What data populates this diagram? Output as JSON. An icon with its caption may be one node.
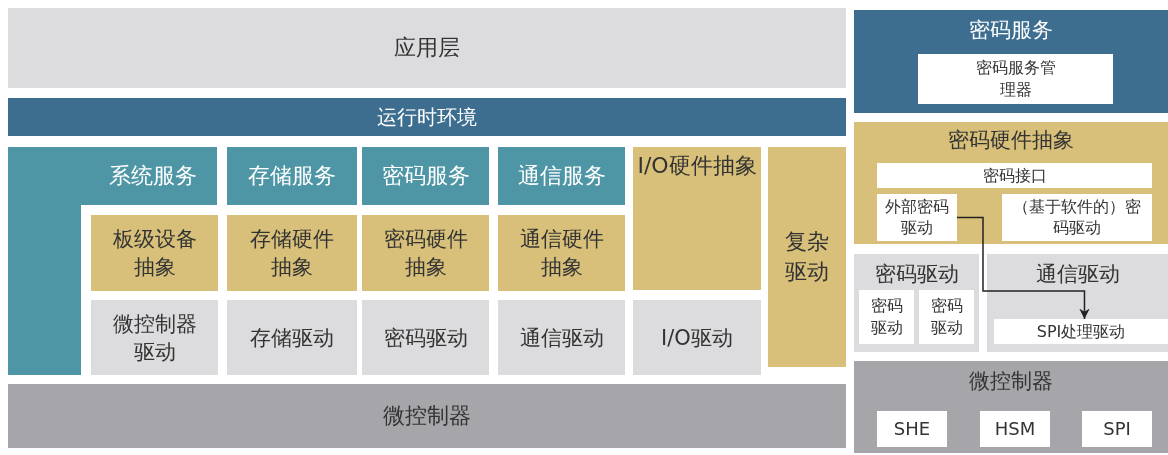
{
  "diagram": {
    "nodes": [
      {
        "text": [
          "应用层"
        ]
      },
      {
        "text": [
          "运行时环境"
        ]
      },
      {
        "text": [
          "系统服务"
        ]
      },
      {
        "text": [
          "存储服务"
        ]
      },
      {
        "text": [
          "密码服务"
        ]
      },
      {
        "text": [
          "通信服务"
        ]
      },
      {
        "text": [
          "I/O硬件抽象"
        ]
      },
      {
        "text": [
          "复杂驱动"
        ]
      },
      {
        "text": [
          "板级设备抽象"
        ]
      },
      {
        "text": [
          "存储硬件抽象"
        ]
      },
      {
        "text": [
          "密码硬件抽象"
        ]
      },
      {
        "text": [
          "通信硬件抽象"
        ]
      },
      {
        "text": [
          "微控制器驱动"
        ]
      },
      {
        "text": [
          "存储驱动"
        ]
      },
      {
        "text": [
          "密码驱动"
        ]
      },
      {
        "text": [
          "通信驱动"
        ]
      },
      {
        "text": [
          "I/O驱动"
        ]
      },
      {
        "text": [
          "微控制器"
        ]
      },
      {
        "text": [
          "密码服务"
        ]
      },
      {
        "text": [
          "密码服务管理器"
        ],
        "in": 18
      },
      {
        "text": [
          "密码硬件抽象"
        ]
      },
      {
        "text": [
          "密码接口"
        ],
        "in": 20
      },
      {
        "text": [
          "外部密码驱动"
        ],
        "in": 20
      },
      {
        "text": [
          "（基于软件的）密码驱动"
        ],
        "in": 20
      },
      {
        "text": [
          "密码驱动"
        ]
      },
      {
        "text": [
          "密码驱动"
        ],
        "in": 24
      },
      {
        "text": [
          "密码驱动"
        ],
        "in": 24
      },
      {
        "text": [
          "通信驱动"
        ]
      },
      {
        "text": [
          "SPI处理驱动"
        ],
        "in": 27
      },
      {
        "text": [
          "微控制器"
        ]
      },
      {
        "text": [
          "SHE"
        ],
        "in": 29
      },
      {
        "text": [
          "HSM"
        ],
        "in": 29
      },
      {
        "text": [
          "SPI"
        ],
        "in": 29
      }
    ],
    "edges": [
      {
        "from": 22,
        "to": 28,
        "arrow": "to"
      }
    ]
  }
}
